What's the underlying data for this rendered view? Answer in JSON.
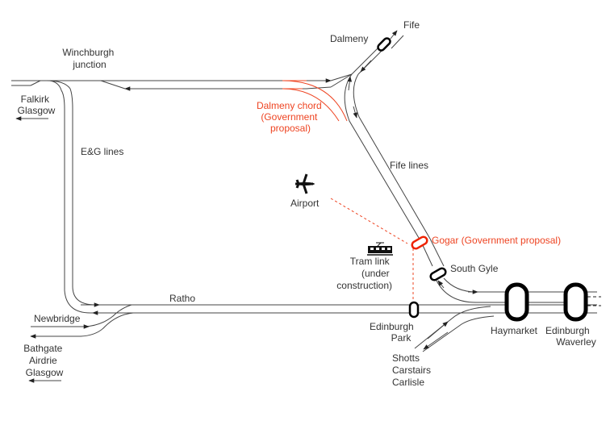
{
  "diagram": {
    "colors": {
      "track": "#444444",
      "station": "#000000",
      "proposal": "#ee4422",
      "text": "#333333"
    },
    "labels": {
      "winchburgh": [
        "Winchburgh",
        "junction"
      ],
      "falkirk": [
        "Falkirk",
        "Glasgow"
      ],
      "eg_lines": "E&G lines",
      "dalmeny": "Dalmeny",
      "fife": "Fife",
      "dalmeny_chord": [
        "Dalmeny chord",
        "(Government",
        "proposal)"
      ],
      "fife_lines": "Fife lines",
      "airport": "Airport",
      "gogar": "Gogar (Government proposal)",
      "tram": [
        "Tram link",
        "(under",
        "construction)"
      ],
      "south_gyle": "South Gyle",
      "ratho": "Ratho",
      "newbridge": "Newbridge",
      "bathgate": [
        "Bathgate",
        "Airdrie",
        "Glasgow"
      ],
      "edinburgh_park": [
        "Edinburgh",
        "Park"
      ],
      "haymarket": "Haymarket",
      "waverley": [
        "Edinburgh",
        "Waverley"
      ],
      "shotts": [
        "Shotts",
        "Carstairs",
        "Carlisle"
      ]
    },
    "stations": [
      {
        "name": "Dalmeny",
        "status": "existing"
      },
      {
        "name": "Gogar",
        "status": "proposed"
      },
      {
        "name": "South Gyle",
        "status": "existing"
      },
      {
        "name": "Edinburgh Park",
        "status": "existing"
      },
      {
        "name": "Haymarket",
        "status": "existing",
        "major": true
      },
      {
        "name": "Edinburgh Waverley",
        "status": "existing",
        "major": true
      }
    ],
    "icons": {
      "airport": "airplane-icon",
      "tram": "tram-icon"
    }
  }
}
